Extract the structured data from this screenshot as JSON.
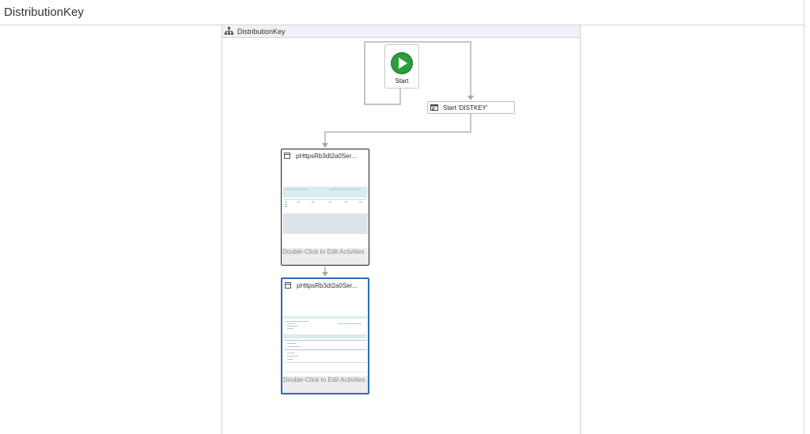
{
  "page": {
    "title": "DistributionKey"
  },
  "canvas": {
    "title": "DistributionKey"
  },
  "nodes": {
    "start": {
      "label": "Start"
    },
    "distkey": {
      "label": "Start 'DISTKEY'"
    },
    "activities": [
      {
        "title": "pHttpsRb3dt2a0Ser...",
        "footer": "Double-Click to Edit Activities"
      },
      {
        "title": "pHttpsRb3dt2a0Ser...",
        "footer": "Double-Click to Edit Activities"
      }
    ]
  },
  "colors": {
    "start_green": "#2e9e3a",
    "selected_border": "#2c6cb0",
    "connector": "#a9a9a9"
  },
  "icons": {
    "canvas": "sitemap-icon",
    "start": "play-icon",
    "distkey": "form-icon",
    "activity": "window-icon"
  }
}
